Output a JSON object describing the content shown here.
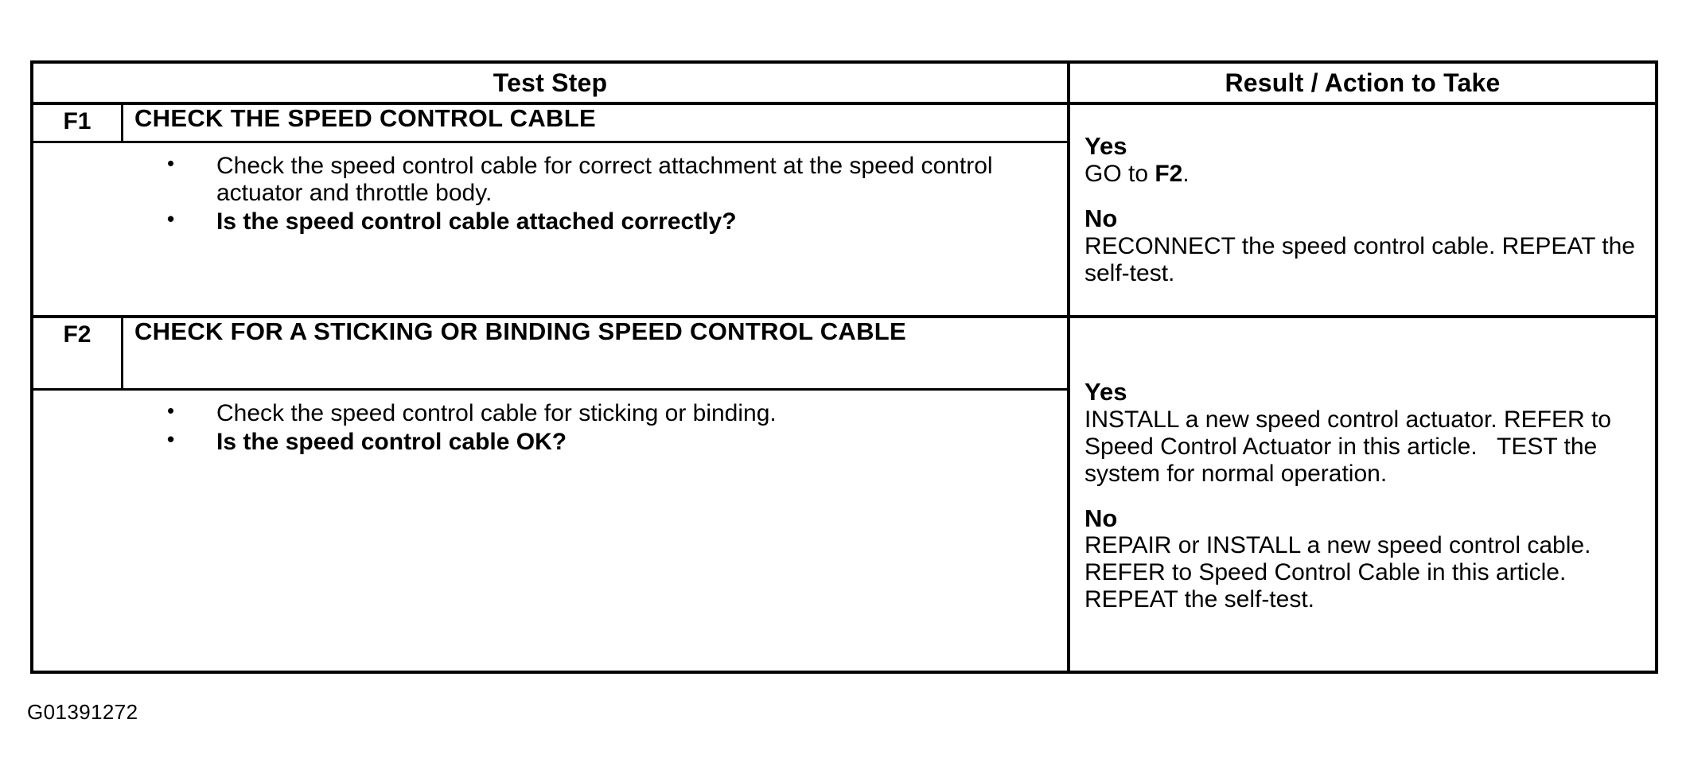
{
  "table": {
    "headers": {
      "test_step": "Test Step",
      "result_action": "Result / Action to Take"
    },
    "steps": [
      {
        "id": "F1",
        "title": "CHECK THE SPEED CONTROL CABLE",
        "bullets": [
          "Check the speed control cable for correct attachment at the speed control actuator and throttle body.",
          "Is the speed control cable attached correctly?"
        ],
        "results": [
          {
            "answer": "Yes",
            "text_before": "GO to ",
            "text_bold": "F2",
            "text_after": "."
          },
          {
            "answer": "No",
            "text_before": "RECONNECT the speed control cable. REPEAT the self-test.",
            "text_bold": "",
            "text_after": ""
          }
        ]
      },
      {
        "id": "F2",
        "title": "CHECK FOR A STICKING OR BINDING SPEED CONTROL CABLE",
        "bullets": [
          "Check the speed control cable for sticking or binding.",
          "Is the speed control cable OK?"
        ],
        "results": [
          {
            "answer": "Yes",
            "text_before": "INSTALL a new speed control actuator. REFER to Speed Control Actuator in this article.   TEST the system for normal operation.",
            "text_bold": "",
            "text_after": ""
          },
          {
            "answer": "No",
            "text_before": "REPAIR or INSTALL a new speed control cable. REFER to Speed Control Cable in this article.    REPEAT the self-test.",
            "text_bold": "",
            "text_after": ""
          }
        ]
      }
    ]
  },
  "figure_id": "G01391272"
}
